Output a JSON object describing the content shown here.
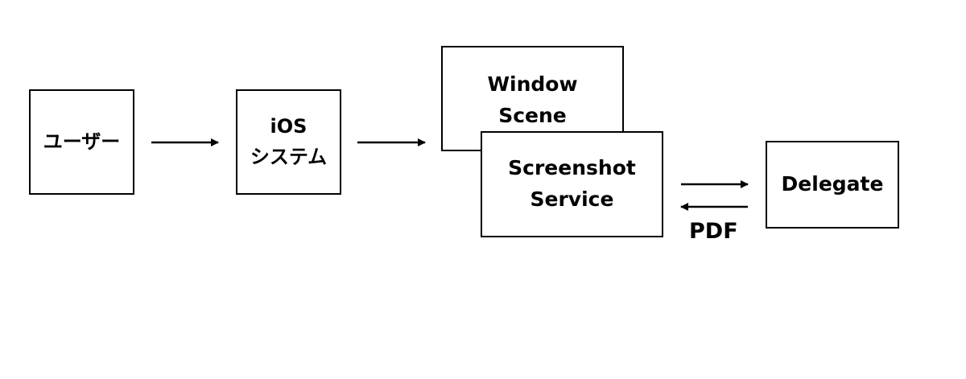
{
  "nodes": {
    "user": {
      "line1": "ユーザー"
    },
    "ios": {
      "line1": "iOS",
      "line2": "システム"
    },
    "window_scene": {
      "line1": "Window",
      "line2": "Scene"
    },
    "screenshot_service": {
      "line1": "Screenshot",
      "line2": "Service"
    },
    "delegate": {
      "line1": "Delegate"
    }
  },
  "edges": {
    "delegate_return_label": "PDF"
  },
  "colors": {
    "stroke": "#000000",
    "background": "#ffffff"
  }
}
